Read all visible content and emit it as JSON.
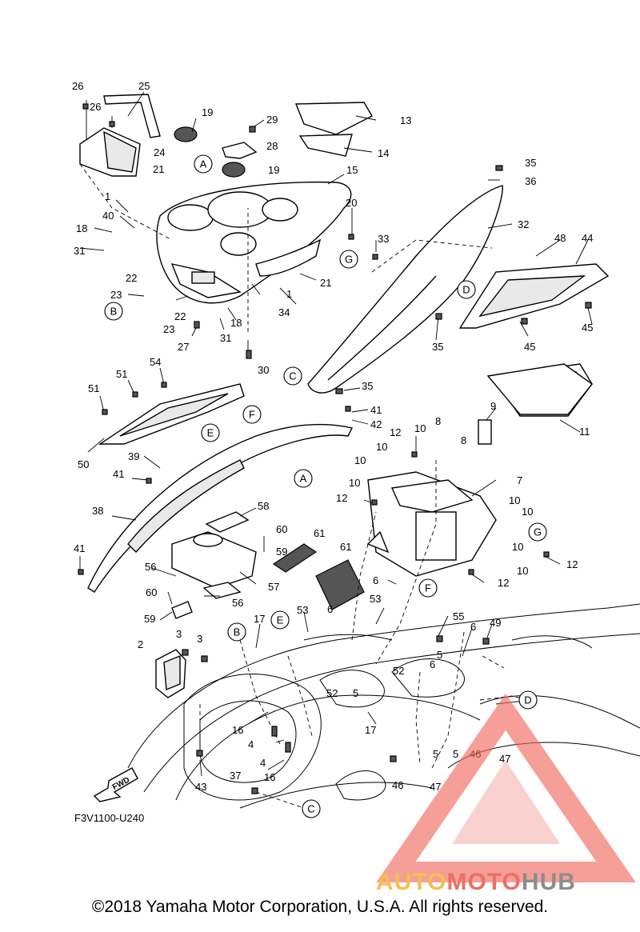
{
  "diagram": {
    "drawing_code": "F3V1100-U240",
    "fwd_label": "FWD",
    "part_callouts": [
      "1",
      "2",
      "3",
      "4",
      "5",
      "6",
      "7",
      "8",
      "9",
      "10",
      "11",
      "12",
      "13",
      "14",
      "15",
      "16",
      "17",
      "18",
      "19",
      "20",
      "21",
      "22",
      "23",
      "24",
      "25",
      "26",
      "27",
      "28",
      "29",
      "30",
      "31",
      "32",
      "33",
      "34",
      "35",
      "36",
      "37",
      "38",
      "39",
      "40",
      "41",
      "42",
      "43",
      "44",
      "45",
      "46",
      "47",
      "48",
      "49",
      "50",
      "51",
      "52",
      "53",
      "54",
      "55",
      "56",
      "57",
      "58",
      "59",
      "60",
      "61"
    ],
    "reference_letters": [
      "A",
      "B",
      "C",
      "D",
      "E",
      "F",
      "G"
    ]
  },
  "watermark": {
    "brand_part1": "AUTO",
    "brand_part2": "MOTO",
    "brand_part3": "HUB",
    "colors": {
      "auto": "#f5b335",
      "moto": "#e8564a",
      "hub": "#7a7a7a",
      "triangle": "#ef6a5e"
    }
  },
  "footer": {
    "copyright": "©2018 Yamaha Motor Corporation, U.S.A. All rights reserved."
  }
}
